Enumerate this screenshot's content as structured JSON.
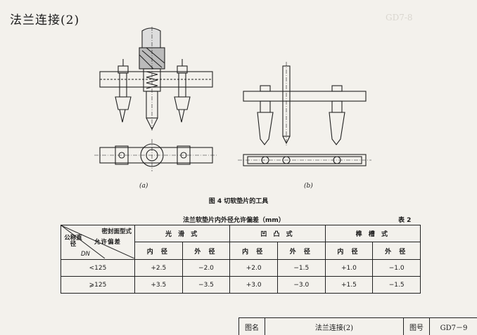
{
  "page": {
    "title": "法兰连接(2)"
  },
  "figure": {
    "caption": "图 4   切软垫片的工具",
    "subfigures": [
      {
        "label": "(a)"
      },
      {
        "label": "(b)"
      }
    ]
  },
  "table": {
    "title": "法兰软垫片内外径允许偏差（mm）",
    "number": "表 2",
    "corner": {
      "top": "密封面型式",
      "middle": "允许偏差",
      "left": "公称直径",
      "dn": "DN"
    },
    "groups": [
      "光 滑 式",
      "凹 凸 式",
      "榫 槽 式"
    ],
    "subheaders": [
      "内 径",
      "外 径",
      "内 径",
      "外 径",
      "内 径",
      "外 径"
    ],
    "rows": [
      {
        "dn": "<125",
        "values": [
          "+2.5",
          "−2.0",
          "+2.0",
          "−1.5",
          "+1.0",
          "−1.0"
        ]
      },
      {
        "dn": "⩾125",
        "values": [
          "+3.5",
          "−3.5",
          "+3.0",
          "−3.0",
          "+1.5",
          "−1.5"
        ]
      }
    ]
  },
  "title_block": {
    "name_label": "图名",
    "name": "法兰连接(2)",
    "code_label": "图号",
    "code": "GD7－9"
  }
}
